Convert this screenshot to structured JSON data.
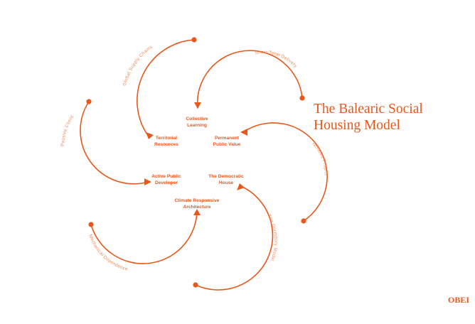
{
  "title": {
    "line1": "The Balearic Social",
    "line2": "Housing Model"
  },
  "brand": "OBEI",
  "nodes": {
    "collective_line1": "Collective",
    "collective_line2": "Learning",
    "territorial_line1": "Territorial",
    "territorial_line2": "Resources",
    "permanent_line1": "Permanent",
    "permanent_line2": "Public Value",
    "active_line1": "Active Public",
    "active_line2": "Developer",
    "democratic_line1": "The Democratic",
    "democratic_line2": "House",
    "climate_line1": "Climate Responsive",
    "climate_line2": "Architecture"
  },
  "arcs": {
    "global": "Global Supply Chains",
    "short": "Short-Term Delivery",
    "passive": "Passive Client",
    "isolated": "Isolated Project",
    "mechanical": "Mechanical Dependence",
    "dormitory": "The Dormitory Model"
  },
  "colors": {
    "accent": "#e8571b",
    "label": "#ee8a5a",
    "background": "#ffffff"
  }
}
